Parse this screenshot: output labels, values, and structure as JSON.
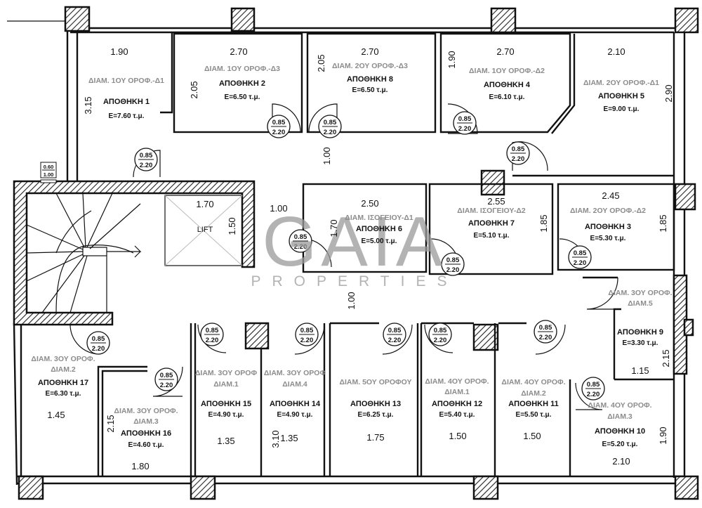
{
  "watermark": {
    "brand": "GAIA",
    "sub": "PROPERTIES"
  },
  "lift_label": "LIFT",
  "window_tag": {
    "w": "0.60",
    "h": "1.00"
  },
  "door_tag": {
    "w": "0.85",
    "h": "2.20"
  },
  "rooms": [
    {
      "owner": "ΔΙΑΜ. 1ΟΥ ΟΡΟΦ.-Δ1",
      "name": "ΑΠΟΘΗΚΗ 1",
      "area": "Ε=7.60 τ.μ."
    },
    {
      "owner": "ΔΙΑΜ. 1ΟΥ ΟΡΟΦ.-Δ3",
      "name": "ΑΠΟΘΗΚΗ 2",
      "area": "Ε=6.50 τ.μ."
    },
    {
      "owner": "ΔΙΑΜ. 2ΟΥ ΟΡΟΦ.-Δ2",
      "name": "ΑΠΟΘΗΚΗ 3",
      "area": "Ε=5.30 τ.μ."
    },
    {
      "owner": "ΔΙΑΜ. 1ΟΥ ΟΡΟΦ.-Δ2",
      "name": "ΑΠΟΘΗΚΗ 4",
      "area": "Ε=6.10 τ.μ."
    },
    {
      "owner": "ΔΙΑΜ. 2ΟΥ ΟΡΟΦ.-Δ1",
      "name": "ΑΠΟΘΗΚΗ 5",
      "area": "Ε=9.00 τ.μ."
    },
    {
      "owner": "ΔΙΑΜ. ΙΣΟΓΕΙΟΥ-Δ1",
      "name": "ΑΠΟΘΗΚΗ 6",
      "area": "Ε=5.00 τ.μ."
    },
    {
      "owner": "ΔΙΑΜ. ΙΣΟΓΕΙΟΥ-Δ2",
      "name": "ΑΠΟΘΗΚΗ 7",
      "area": "Ε=5.10 τ.μ."
    },
    {
      "owner": "ΔΙΑΜ. 2ΟΥ ΟΡΟΦ.-Δ3",
      "name": "ΑΠΟΘΗΚΗ 8",
      "area": "Ε=6.50 τ.μ."
    },
    {
      "owner": "ΔΙΑΜ. 3ΟΥ ΟΡΟΦ.",
      "owner2": "ΔΙΑΜ.5",
      "name": "ΑΠΟΘΗΚΗ 9",
      "area": "Ε=3.30 τ.μ."
    },
    {
      "owner": "ΔΙΑΜ. 4ΟΥ ΟΡΟΦ.",
      "owner2": "ΔΙΑΜ.3",
      "name": "ΑΠΟΘΗΚΗ 10",
      "area": "Ε=5.20 τ.μ."
    },
    {
      "owner": "ΔΙΑΜ. 4ΟΥ ΟΡΟΦ.",
      "owner2": "ΔΙΑΜ.2",
      "name": "ΑΠΟΘΗΚΗ 11",
      "area": "Ε=5.50 τ.μ."
    },
    {
      "owner": "ΔΙΑΜ. 4ΟΥ ΟΡΟΦ.",
      "owner2": "ΔΙΑΜ.1",
      "name": "ΑΠΟΘΗΚΗ 12",
      "area": "Ε=5.40 τ.μ."
    },
    {
      "owner": "ΔΙΑΜ. 5ΟΥ ΟΡΟΦΟΥ",
      "name": "ΑΠΟΘΗΚΗ 13",
      "area": "Ε=6.25 τ.μ."
    },
    {
      "owner": "ΔΙΑΜ. 3ΟΥ ΟΡΟΦ",
      "owner2": "ΔΙΑΜ.4",
      "name": "ΑΠΟΘΗΚΗ 14",
      "area": "Ε=4.90 τ.μ."
    },
    {
      "owner": "ΔΙΑΜ. 3ΟΥ ΟΡΟΦ",
      "owner2": "ΔΙΑΜ.1",
      "name": "ΑΠΟΘΗΚΗ 15",
      "area": "Ε=4.90 τ.μ."
    },
    {
      "owner": "ΔΙΑΜ. 3ΟΥ ΟΡΟΦ.",
      "owner2": "ΔΙΑΜ.3",
      "name": "ΑΠΟΘΗΚΗ 16",
      "area": "Ε=4.60 τ.μ."
    },
    {
      "owner": "ΔΙΑΜ. 3ΟΥ ΟΡΟΦ.",
      "owner2": "ΔΙΑΜ.2",
      "name": "ΑΠΟΘΗΚΗ 17",
      "area": "Ε=6.30 τ.μ."
    }
  ],
  "dims": [
    "1.90",
    "2.70",
    "2.70",
    "2.70",
    "2.10",
    "1.70",
    "1.00",
    "2.50",
    "2.55",
    "2.45",
    "1.15",
    "1.45",
    "1.35",
    "1.35",
    "1.75",
    "1.50",
    "1.50",
    "1.80",
    "2.10",
    "3.15",
    "2.05",
    "2.05",
    "1.90",
    "2.90",
    "1.00",
    "1.50",
    "1.70",
    "1.85",
    "1.85",
    "1.00",
    "2.15",
    "2.15",
    "3.10",
    "1.90"
  ]
}
